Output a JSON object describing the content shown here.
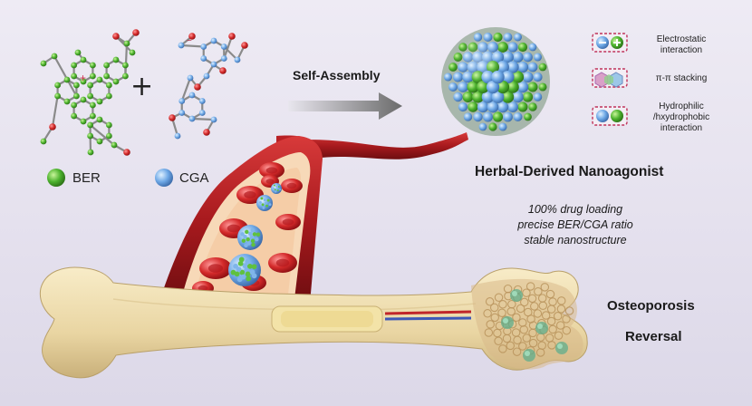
{
  "plus_sign": "+",
  "legend": {
    "ber_label": "BER",
    "cga_label": "CGA",
    "ber_color": "#4cb22e",
    "cga_color": "#6ea8e6"
  },
  "process": {
    "arrow_label": "Self-Assembly"
  },
  "interactions": [
    {
      "icon": "electrostatic-icon",
      "label_lines": [
        "Electrostatic",
        "interaction"
      ]
    },
    {
      "icon": "pi-pi-stacking-icon",
      "label_lines": [
        "π-π stacking"
      ]
    },
    {
      "icon": "hydrophobic-interaction-icon",
      "label_lines": [
        "Hydrophilic",
        "/hxydrophobic",
        "interaction"
      ]
    }
  ],
  "product": {
    "title": "Herbal-Derived Nanoagonist",
    "features": [
      "100% drug loading",
      "precise BER/CGA ratio",
      "stable nanostructure"
    ]
  },
  "outcome": {
    "line1": "Osteoporosis",
    "line2": "Reversal"
  },
  "colors": {
    "vessel": "#a81a1e",
    "bone": "#f0dfb0",
    "accent_dash": "#c0325a"
  }
}
